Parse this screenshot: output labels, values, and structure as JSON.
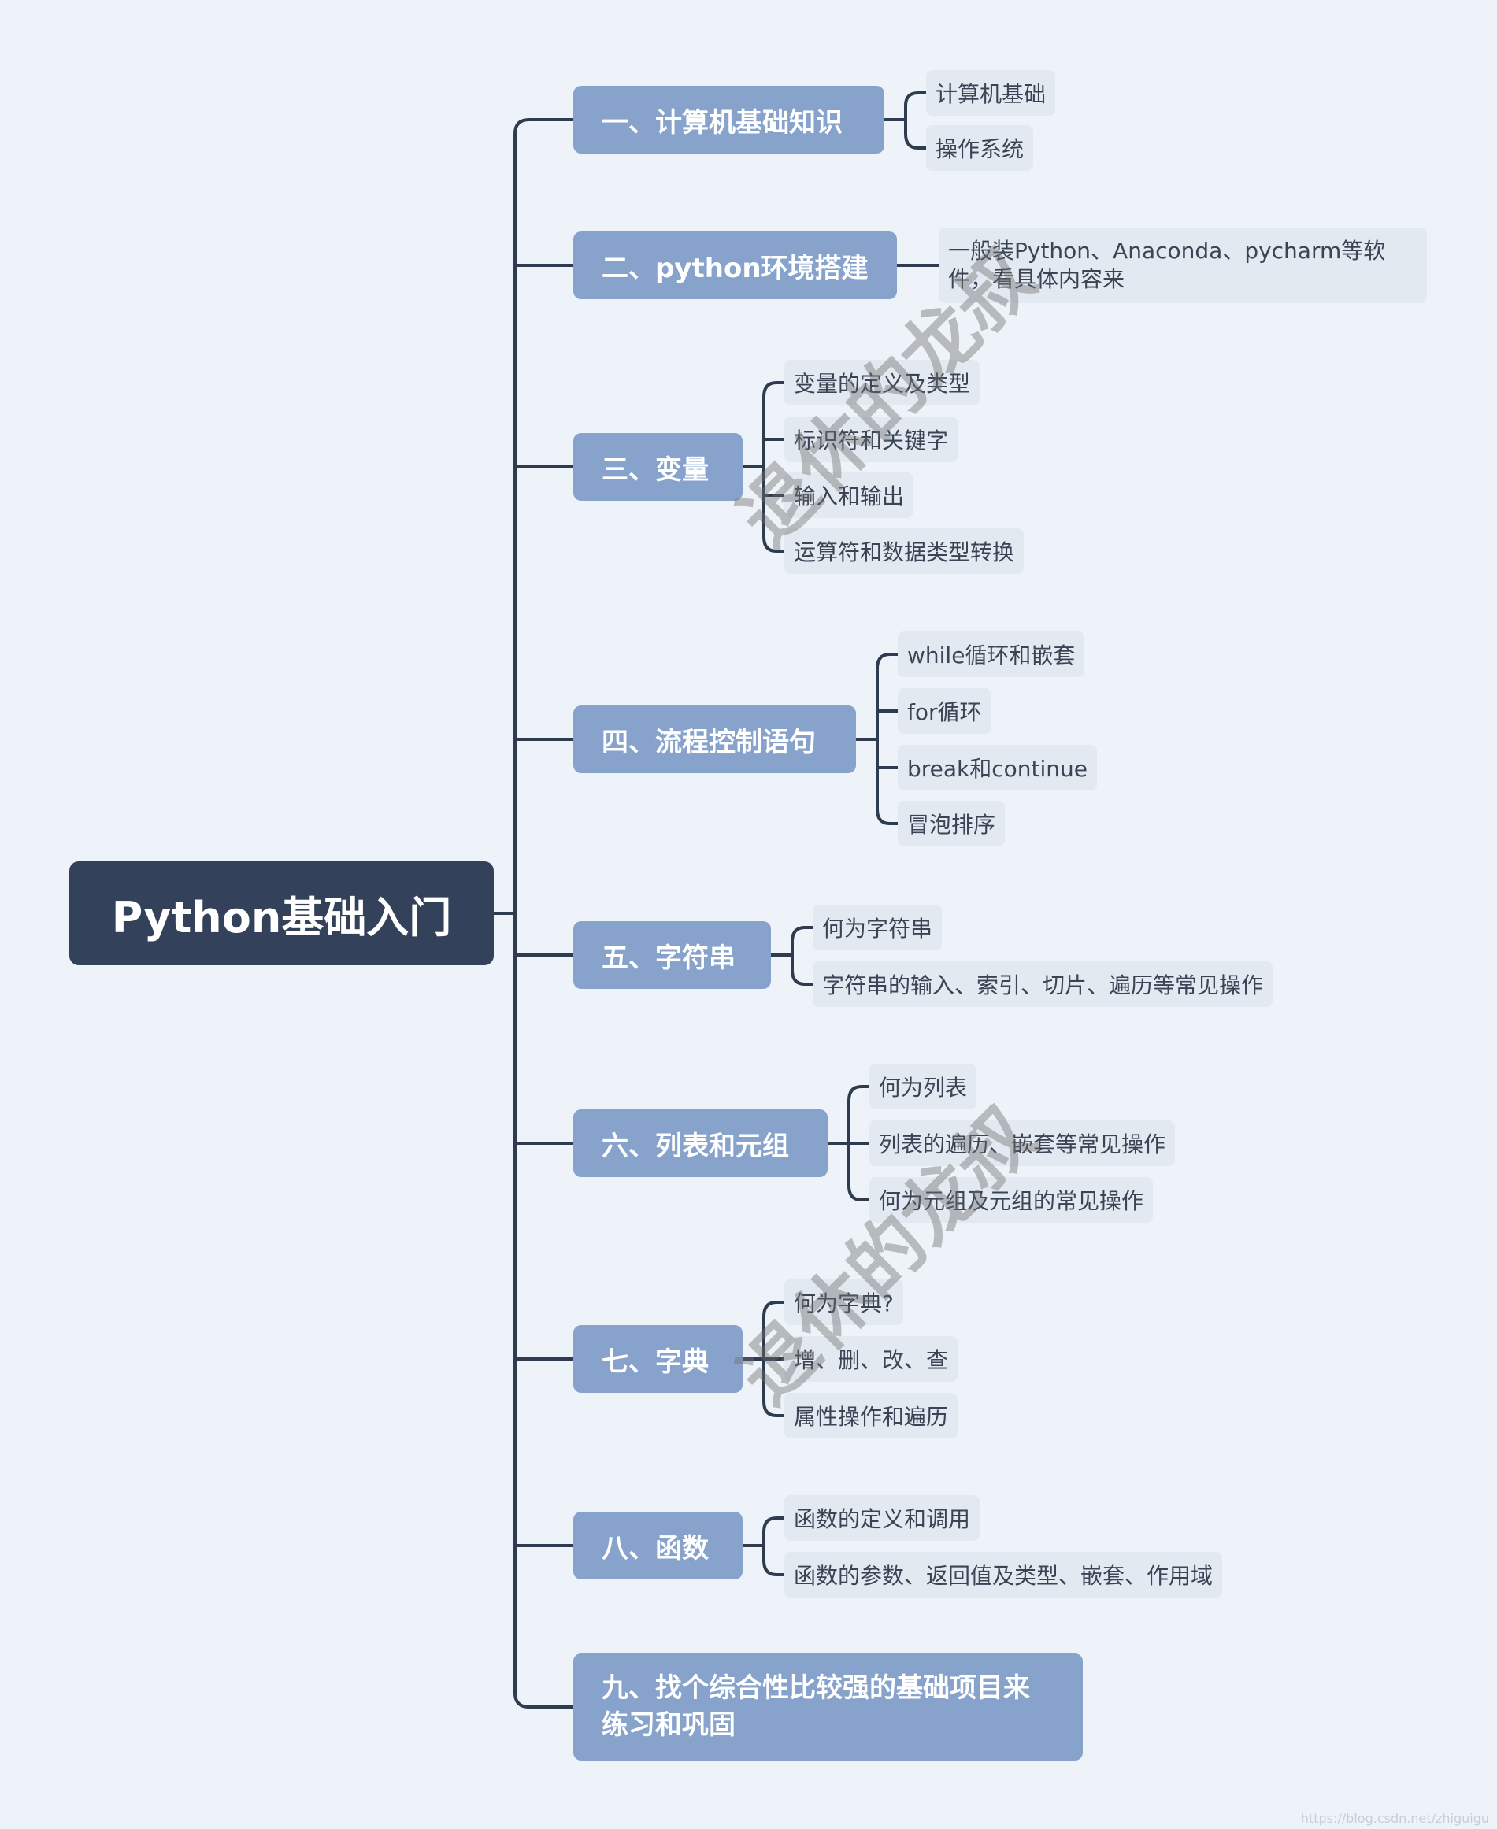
{
  "root": {
    "label": "Python基础入门"
  },
  "branches": [
    {
      "id": "b1",
      "label": "一、计算机基础知识",
      "children": [
        "计算机基础",
        "操作系统"
      ]
    },
    {
      "id": "b2",
      "label": "二、python环境搭建",
      "children": [
        "一般装Python、Anaconda、pycharm等软件，看具体内容来"
      ]
    },
    {
      "id": "b3",
      "label": "三、变量",
      "children": [
        "变量的定义及类型",
        "标识符和关键字",
        "输入和输出",
        "运算符和数据类型转换"
      ]
    },
    {
      "id": "b4",
      "label": "四、流程控制语句",
      "children": [
        "while循环和嵌套",
        "for循环",
        "break和continue",
        "冒泡排序"
      ]
    },
    {
      "id": "b5",
      "label": "五、字符串",
      "children": [
        "何为字符串",
        "字符串的输入、索引、切片、遍历等常见操作"
      ]
    },
    {
      "id": "b6",
      "label": "六、列表和元组",
      "children": [
        "何为列表",
        "列表的遍历、嵌套等常见操作",
        "何为元组及元组的常见操作"
      ]
    },
    {
      "id": "b7",
      "label": "七、字典",
      "children": [
        "何为字典?",
        "增、删、改、查",
        "属性操作和遍历"
      ]
    },
    {
      "id": "b8",
      "label": "八、函数",
      "children": [
        "函数的定义和调用",
        "函数的参数、返回值及类型、嵌套、作用域"
      ]
    },
    {
      "id": "b9",
      "label": "九、找个综合性比较强的基础项目来练习和巩固",
      "children": []
    }
  ],
  "watermark": "退休的龙叔",
  "credit": "https://blog.csdn.net/zhiguigu",
  "colors": {
    "background": "#eef3f9",
    "root": "#33425a",
    "branch": "#87a3cc",
    "leaf": "#e3e9f1",
    "line": "#2f3c50"
  }
}
